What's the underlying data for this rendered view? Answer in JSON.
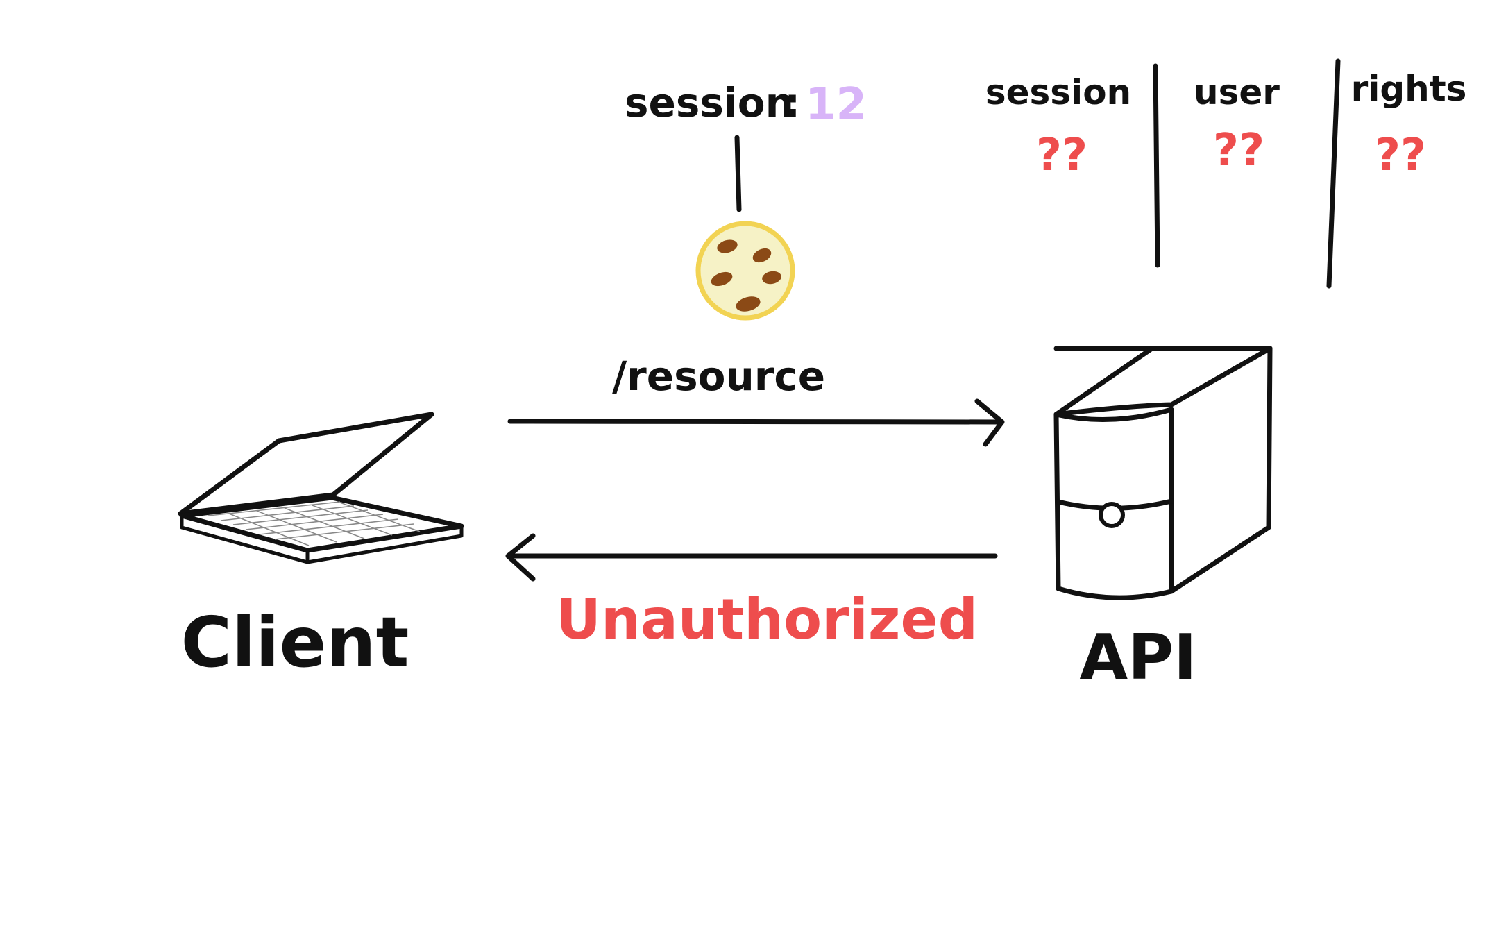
{
  "cookie": {
    "key": "session",
    "separator": ":",
    "value": "12",
    "value_color": "#d8b4f8"
  },
  "server_table": {
    "columns": [
      {
        "header": "session",
        "value": "??"
      },
      {
        "header": "user",
        "value": "??"
      },
      {
        "header": "rights",
        "value": "??"
      }
    ],
    "unknown_color": "#ee4d4d"
  },
  "request": {
    "label": "/resource"
  },
  "response": {
    "label": "Unauthorized",
    "color": "#ee4d4d"
  },
  "nodes": {
    "client": {
      "label": "Client",
      "icon": "laptop-icon"
    },
    "api": {
      "label": "API",
      "icon": "server-icon"
    }
  },
  "colors": {
    "cookie_fill": "#f6f2c6",
    "cookie_border": "#f2d353",
    "chocolate_chip": "#8b4a16",
    "ink": "#111111"
  }
}
